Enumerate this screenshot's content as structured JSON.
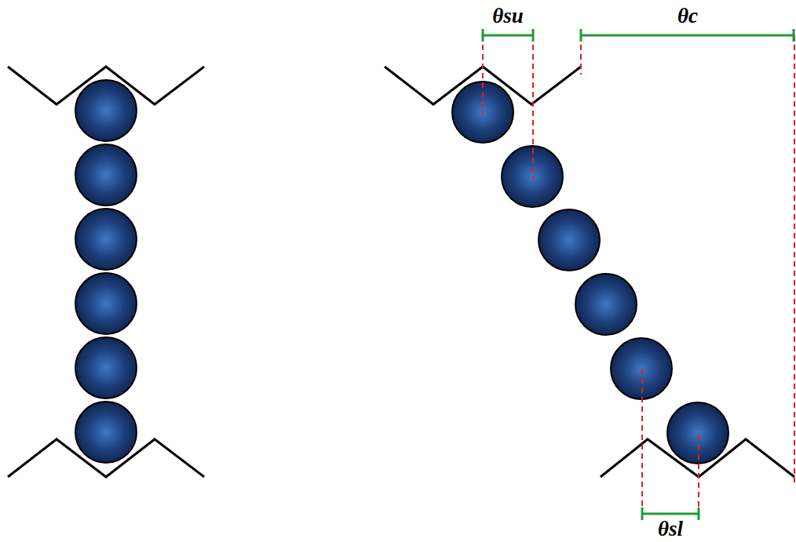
{
  "diagram": {
    "labels": [
      "θsu",
      "θc",
      "θsl"
    ]
  }
}
